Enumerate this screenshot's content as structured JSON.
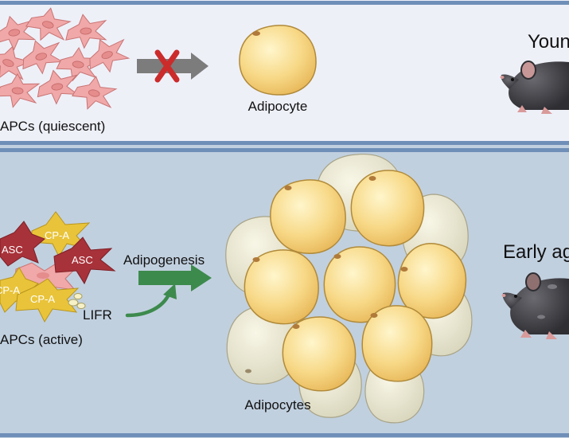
{
  "panel_top": {
    "left_label": "APCs (quiescent)",
    "middle_label": "Adipocyte",
    "right_label": "Young",
    "arrow_blocked_icon": "red-x-icon"
  },
  "panel_bottom": {
    "left_label": "APCs (active)",
    "cell_labels": [
      "ASC",
      "CP-A",
      "ASC",
      "CP-A",
      "CP-A"
    ],
    "receptor_label": "LIFR",
    "arrow_label": "Adipogenesis",
    "middle_label": "Adipocytes",
    "right_label": "Early aging"
  },
  "colors": {
    "top_bg": "#eef0f8",
    "bottom_bg": "#c1d0df",
    "border": "#6f8fb8",
    "fibroblast": "#f0a8a8",
    "asc": "#a8323a",
    "cpa": "#e9c43a",
    "adipocyte_fill": "#f7d886",
    "adipocyte_pale": "#e7e4d0",
    "arrow_green": "#3d8a4d",
    "arrow_gray": "#7c7c7c",
    "x_red": "#cc2b2b"
  }
}
